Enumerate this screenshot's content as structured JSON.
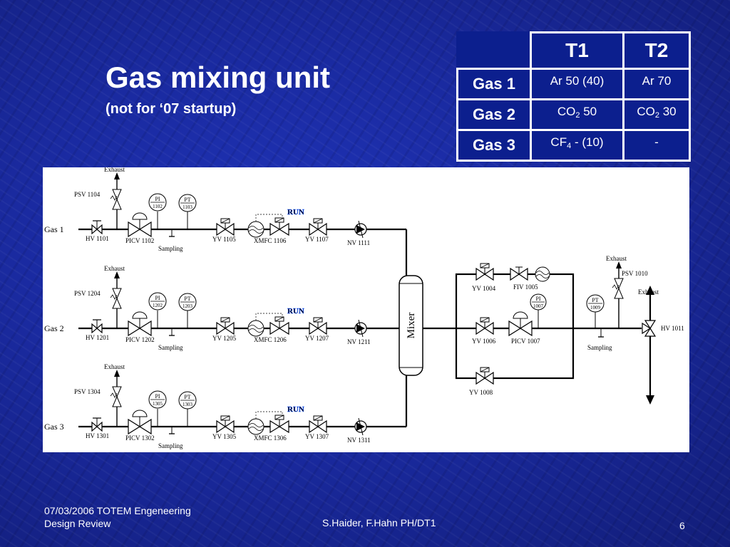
{
  "slide": {
    "title": "Gas mixing unit",
    "subtitle": "(not for ‘07 startup)",
    "footer_left_line1": "07/03/2006  TOTEM Engeneering",
    "footer_left_line2": "Design Review",
    "footer_center": "S.Haider, F.Hahn  PH/DT1",
    "page_number": "6"
  },
  "table": {
    "headers": [
      "T1",
      "T2"
    ],
    "rows": [
      {
        "label": "Gas 1",
        "t1_a": "Ar 50 (40)",
        "t1_sub": "",
        "t1_b": "",
        "t2_a": "Ar 70",
        "t2_sub": "",
        "t2_b": ""
      },
      {
        "label": "Gas 2",
        "t1_a": "CO",
        "t1_sub": "2",
        "t1_b": " 50",
        "t2_a": "CO",
        "t2_sub": "2",
        "t2_b": " 30"
      },
      {
        "label": "Gas 3",
        "t1_a": "CF",
        "t1_sub": "4",
        "t1_b": "  -  (10)",
        "t2_a": "-",
        "t2_sub": "",
        "t2_b": ""
      }
    ]
  },
  "diagram": {
    "exhaust": "Exhaust",
    "sampling": "Sampling",
    "run": "RUN",
    "mixer": "Mixer",
    "lines": [
      {
        "gas": "Gas 1",
        "psv": "PSV 1104",
        "pi": "PI",
        "pi_num": "1102",
        "pt": "PT",
        "pt_num": "1103",
        "hv": "HV 1101",
        "picv": "PICV 1102",
        "yv_a": "YV 1105",
        "xmfc": "XMFC 1106",
        "yv_b": "YV 1107",
        "nv": "NV 1111"
      },
      {
        "gas": "Gas 2",
        "psv": "PSV 1204",
        "pi": "PI",
        "pi_num": "1202",
        "pt": "PT",
        "pt_num": "1203",
        "hv": "HV 1201",
        "picv": "PICV 1202",
        "yv_a": "YV 1205",
        "xmfc": "XMFC 1206",
        "yv_b": "YV 1207",
        "nv": "NV 1211"
      },
      {
        "gas": "Gas 3",
        "psv": "PSV 1304",
        "pi": "PI",
        "pi_num": "1305",
        "pt": "PT",
        "pt_num": "1303",
        "hv": "HV 1301",
        "picv": "PICV 1302",
        "yv_a": "YV 1305",
        "xmfc": "XMFC 1306",
        "yv_b": "YV 1307",
        "nv": "NV 1311"
      }
    ],
    "outlet": {
      "yv_1004": "YV 1004",
      "fiv_1005": "FIV 1005",
      "yv_1006": "YV 1006",
      "picv_1007": "PICV 1007",
      "pi": "PI",
      "pi_num": "1007",
      "yv_1008": "YV 1008",
      "pt": "PT",
      "pt_num": "1009",
      "psv": "PSV 1010",
      "hv": "HV 1011"
    }
  }
}
